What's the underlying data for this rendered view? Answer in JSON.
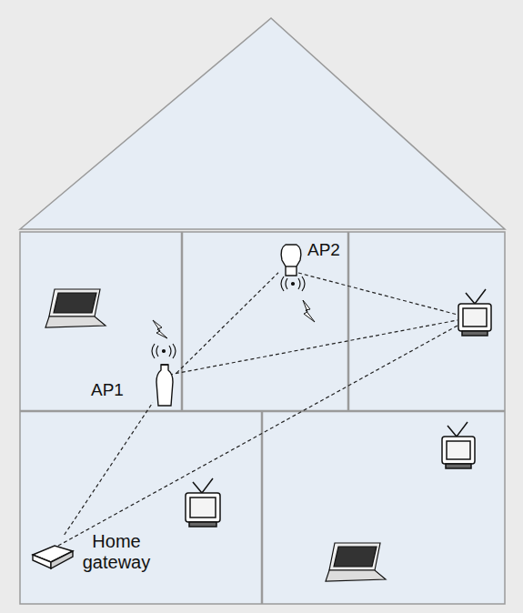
{
  "diagram": {
    "nodes": [
      {
        "text": [
          "AP2"
        ]
      },
      {
        "text": [
          "AP1"
        ]
      },
      {
        "text": [
          "Home gateway"
        ]
      }
    ],
    "edges": [
      {
        "from": 2,
        "to": 1,
        "arrow": "none"
      },
      {
        "from": 1,
        "to": 0,
        "arrow": "none"
      }
    ]
  }
}
